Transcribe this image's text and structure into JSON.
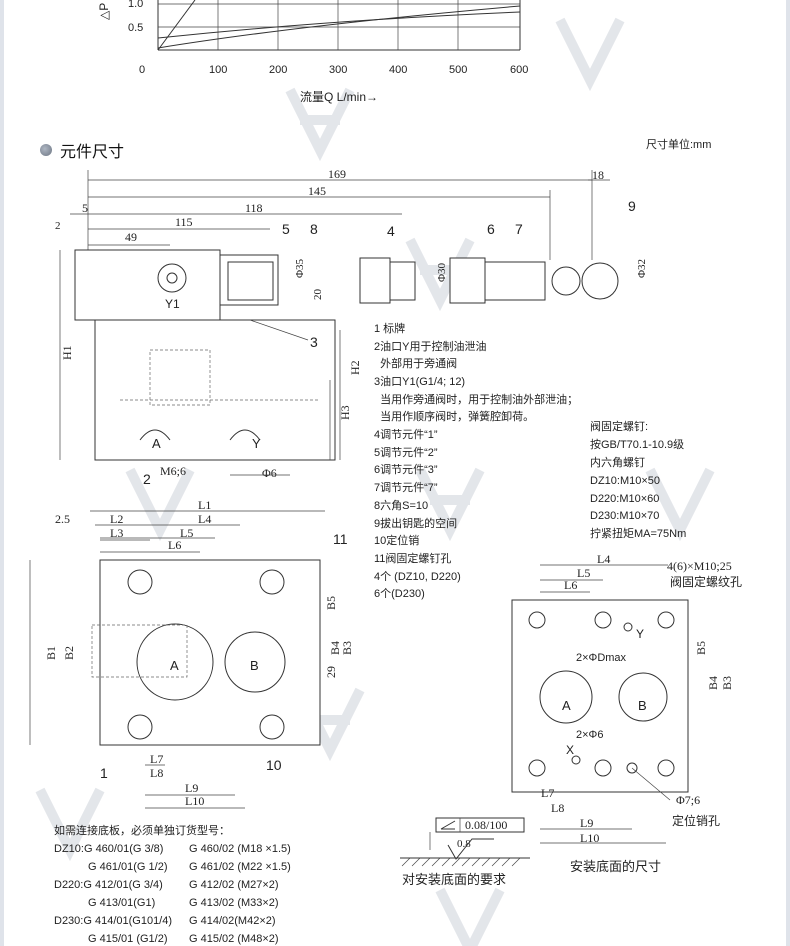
{
  "chart": {
    "y_label": "△P",
    "y_ticks": [
      "1.0",
      "0.5"
    ],
    "x_ticks": [
      "0",
      "100",
      "200",
      "300",
      "400",
      "500",
      "600"
    ],
    "x_label": "流量Q  L/min→"
  },
  "section": {
    "title": "元件尺寸",
    "unit": "尺寸单位:mm"
  },
  "dims_top": {
    "d169": "169",
    "d145": "145",
    "d118": "118",
    "d115": "115",
    "d49": "49",
    "d18": "18",
    "d5": "5",
    "d2": "2",
    "d20": "20",
    "phi35": "Φ35",
    "phi30": "Φ30",
    "phi32": "Φ32",
    "h1": "H1",
    "h2": "H2",
    "h3": "H3",
    "phi6": "Φ6",
    "m6": "M6;6",
    "y1": "Y1",
    "a": "A",
    "y": "Y"
  },
  "callouts": [
    "1",
    "2",
    "3",
    "4",
    "5",
    "6",
    "7",
    "8",
    "9",
    "10",
    "11"
  ],
  "parts": [
    "1 标牌",
    "2油口Y用于控制油泄油",
    "  外部用于旁通阀",
    "3油口Y1(G1/4; 12)",
    "  当用作旁通阀时，用于控制油外部泄油；",
    "  当用作顺序阀时，弹簧腔卸荷。",
    "4调节元件“1”",
    "5调节元件“2”",
    "6调节元件“3”",
    "7调节元件“7”",
    "8六角S=10",
    "9拔出钥匙的空间",
    "10定位销",
    "11阀固定螺钉孔",
    "4个 (DZ10, D220)",
    "6个(D230)"
  ],
  "screws": [
    "阀固定螺钉:",
    "按GB/T70.1-10.9级",
    "内六角螺钉",
    "DZ10:M10×50",
    "D220:M10×60",
    "D230:M10×70",
    "拧紧扭矩MA=75Nm"
  ],
  "dims_bottom": {
    "d25": "2.5",
    "l1": "L1",
    "l2": "L2",
    "l3": "L3",
    "l4": "L4",
    "l5": "L5",
    "l6": "L6",
    "l7": "L7",
    "l8": "L8",
    "l9": "L9",
    "l10": "L10",
    "b1": "B1",
    "b2": "B2",
    "b3": "B3",
    "b4": "B4",
    "b5": "B5",
    "d29": "29",
    "a": "A",
    "b": "B"
  },
  "mount": {
    "holes_label": "4(6)×M10;25",
    "holes_desc": "阀固定螺纹孔",
    "dmax": "2×ΦDmax",
    "phi6": "2×Φ6",
    "phi7": "Φ7;6",
    "pin": "定位销孔",
    "x": "X",
    "y": "Y",
    "a": "A",
    "b": "B",
    "caption": "安装底面的尺寸"
  },
  "surface": {
    "flatness": "0.08/100",
    "roughness": "0.8",
    "caption": "对安装底面的要求"
  },
  "order": [
    "如需连接底板，必须单独订货型号：",
    "DZ10:G 460/01(G 3/8)",
    "G 460/02 (M18 ×1.5)",
    "G 461/01(G 1/2)",
    "G 461/02 (M22 ×1.5)",
    "D220:G 412/01(G 3/4)",
    "G 412/02 (M27×2)",
    "G 413/01(G1)",
    "G 413/02 (M33×2)",
    "D230:G 414/01(G101/4)",
    "G 414/02(M42×2)",
    "G 415/01 (G1/2)",
    "G 415/02 (M48×2)"
  ]
}
